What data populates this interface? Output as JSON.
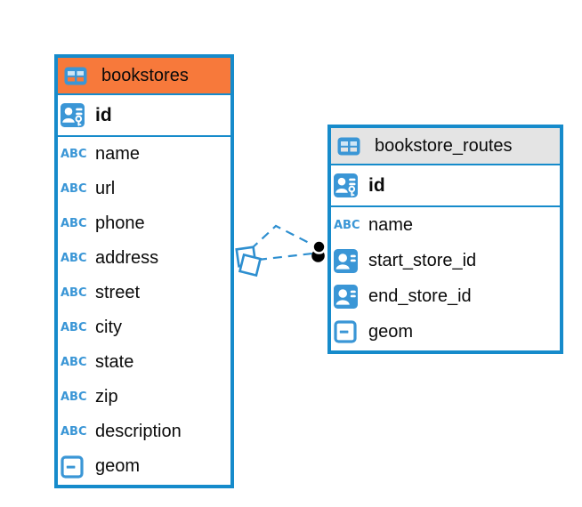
{
  "app": {
    "view": "database-erd-diagram",
    "background": "#ffffff"
  },
  "colors": {
    "table_border": "#168BCB",
    "icon_blue": "#3A96D6",
    "icon_cell_light": "#CFE6F6",
    "bookstores_header_bg": "#F7793B",
    "routes_header_bg": "#E4E4E4",
    "relationship_line": "#2E8FD0",
    "marker_dot": "#000000",
    "text": "#0b0b0b"
  },
  "icons": {
    "text_type_glyph": "ABC"
  },
  "tables": [
    {
      "name": "bookstores",
      "header_bg": "#F7793B",
      "key_columns": [
        {
          "name": "id",
          "type_icon": "primary-key"
        }
      ],
      "columns": [
        {
          "name": "name",
          "type_icon": "text"
        },
        {
          "name": "url",
          "type_icon": "text"
        },
        {
          "name": "phone",
          "type_icon": "text"
        },
        {
          "name": "address",
          "type_icon": "text"
        },
        {
          "name": "street",
          "type_icon": "text"
        },
        {
          "name": "city",
          "type_icon": "text"
        },
        {
          "name": "state",
          "type_icon": "text"
        },
        {
          "name": "zip",
          "type_icon": "text"
        },
        {
          "name": "description",
          "type_icon": "text"
        },
        {
          "name": "geom",
          "type_icon": "object"
        }
      ]
    },
    {
      "name": "bookstore_routes",
      "header_bg": "#E4E4E4",
      "key_columns": [
        {
          "name": "id",
          "type_icon": "primary-key"
        }
      ],
      "columns": [
        {
          "name": "name",
          "type_icon": "text"
        },
        {
          "name": "start_store_id",
          "type_icon": "reference"
        },
        {
          "name": "end_store_id",
          "type_icon": "reference"
        },
        {
          "name": "geom",
          "type_icon": "object"
        }
      ]
    }
  ],
  "relationships": [
    {
      "from_table": "bookstores",
      "to_table": "bookstore_routes",
      "style": "dashed",
      "route": "upper",
      "source_marker": "overlapping-squares",
      "target_marker": "black-dot"
    },
    {
      "from_table": "bookstores",
      "to_table": "bookstore_routes",
      "style": "dashed",
      "route": "lower",
      "source_marker": "overlapping-squares",
      "target_marker": "black-dot"
    }
  ]
}
